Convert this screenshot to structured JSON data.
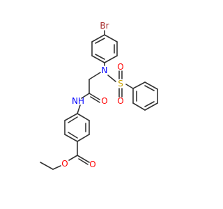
{
  "molecule": {
    "colors": {
      "bond": "#333333",
      "O": "#ff0000",
      "N": "#0000ff",
      "S": "#c8a000",
      "Br": "#a52a2a"
    },
    "atoms": {
      "br": "Br",
      "n_sulfonamide": "N",
      "s": "S",
      "o_s1": "O",
      "o_s2": "O",
      "o_amide": "O",
      "nh_amide": "NH",
      "o_ester_carbonyl": "O",
      "o_ester": "O"
    }
  }
}
